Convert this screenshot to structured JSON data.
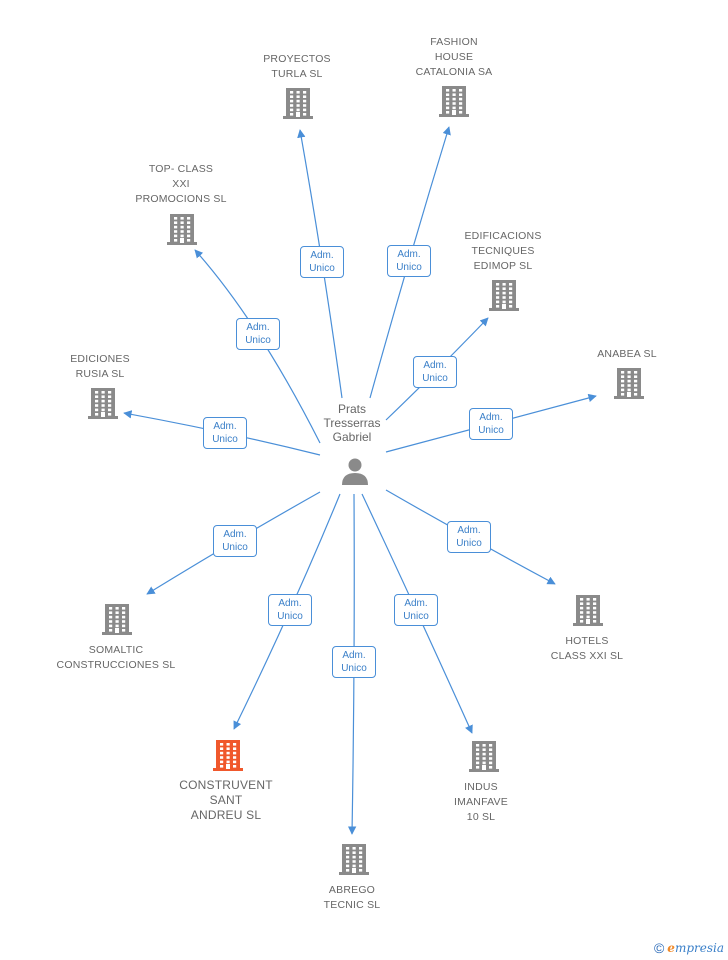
{
  "colors": {
    "edge": "#4a8fd8",
    "building": "#8a8a8a",
    "building_highlight": "#f0582c",
    "person": "#8a8a8a",
    "label": "#666666"
  },
  "center": {
    "label": "Prats\nTresserras\nGabriel",
    "icon": "person-icon"
  },
  "edge_label": {
    "line1": "Adm.",
    "line2": "Unico"
  },
  "nodes": [
    {
      "id": "proyectos-turla",
      "label": "PROYECTOS\nTURLA SL",
      "icon": "building-icon",
      "highlight": false
    },
    {
      "id": "fashion-house",
      "label": "FASHION\nHOUSE\nCATALONIA SA",
      "icon": "building-icon",
      "highlight": false
    },
    {
      "id": "top-class",
      "label": "TOP- CLASS\nXXI\nPROMOCIONS SL",
      "icon": "building-icon",
      "highlight": false
    },
    {
      "id": "edificacions",
      "label": "EDIFICACIONS\nTECNIQUES\nEDIMOP SL",
      "icon": "building-icon",
      "highlight": false
    },
    {
      "id": "anabea",
      "label": "ANABEA SL",
      "icon": "building-icon",
      "highlight": false
    },
    {
      "id": "ediciones-rusia",
      "label": "EDICIONES\nRUSIA  SL",
      "icon": "building-icon",
      "highlight": false
    },
    {
      "id": "hotels-class",
      "label": "HOTELS\nCLASS XXI SL",
      "icon": "building-icon",
      "highlight": false
    },
    {
      "id": "somaltic",
      "label": "SOMALTIC\nCONSTRUCCIONES SL",
      "icon": "building-icon",
      "highlight": false
    },
    {
      "id": "construvent",
      "label": "CONSTRUVENT\nSANT\nANDREU SL",
      "icon": "building-icon",
      "highlight": true
    },
    {
      "id": "indus-imanfave",
      "label": "INDUS\nIMANFAVE\n10 SL",
      "icon": "building-icon",
      "highlight": false
    },
    {
      "id": "abrego",
      "label": "ABREGO\nTECNIC SL",
      "icon": "building-icon",
      "highlight": false
    }
  ],
  "footer": {
    "copyright": "©",
    "brand_initial": "e",
    "brand_rest": "mpresia"
  }
}
